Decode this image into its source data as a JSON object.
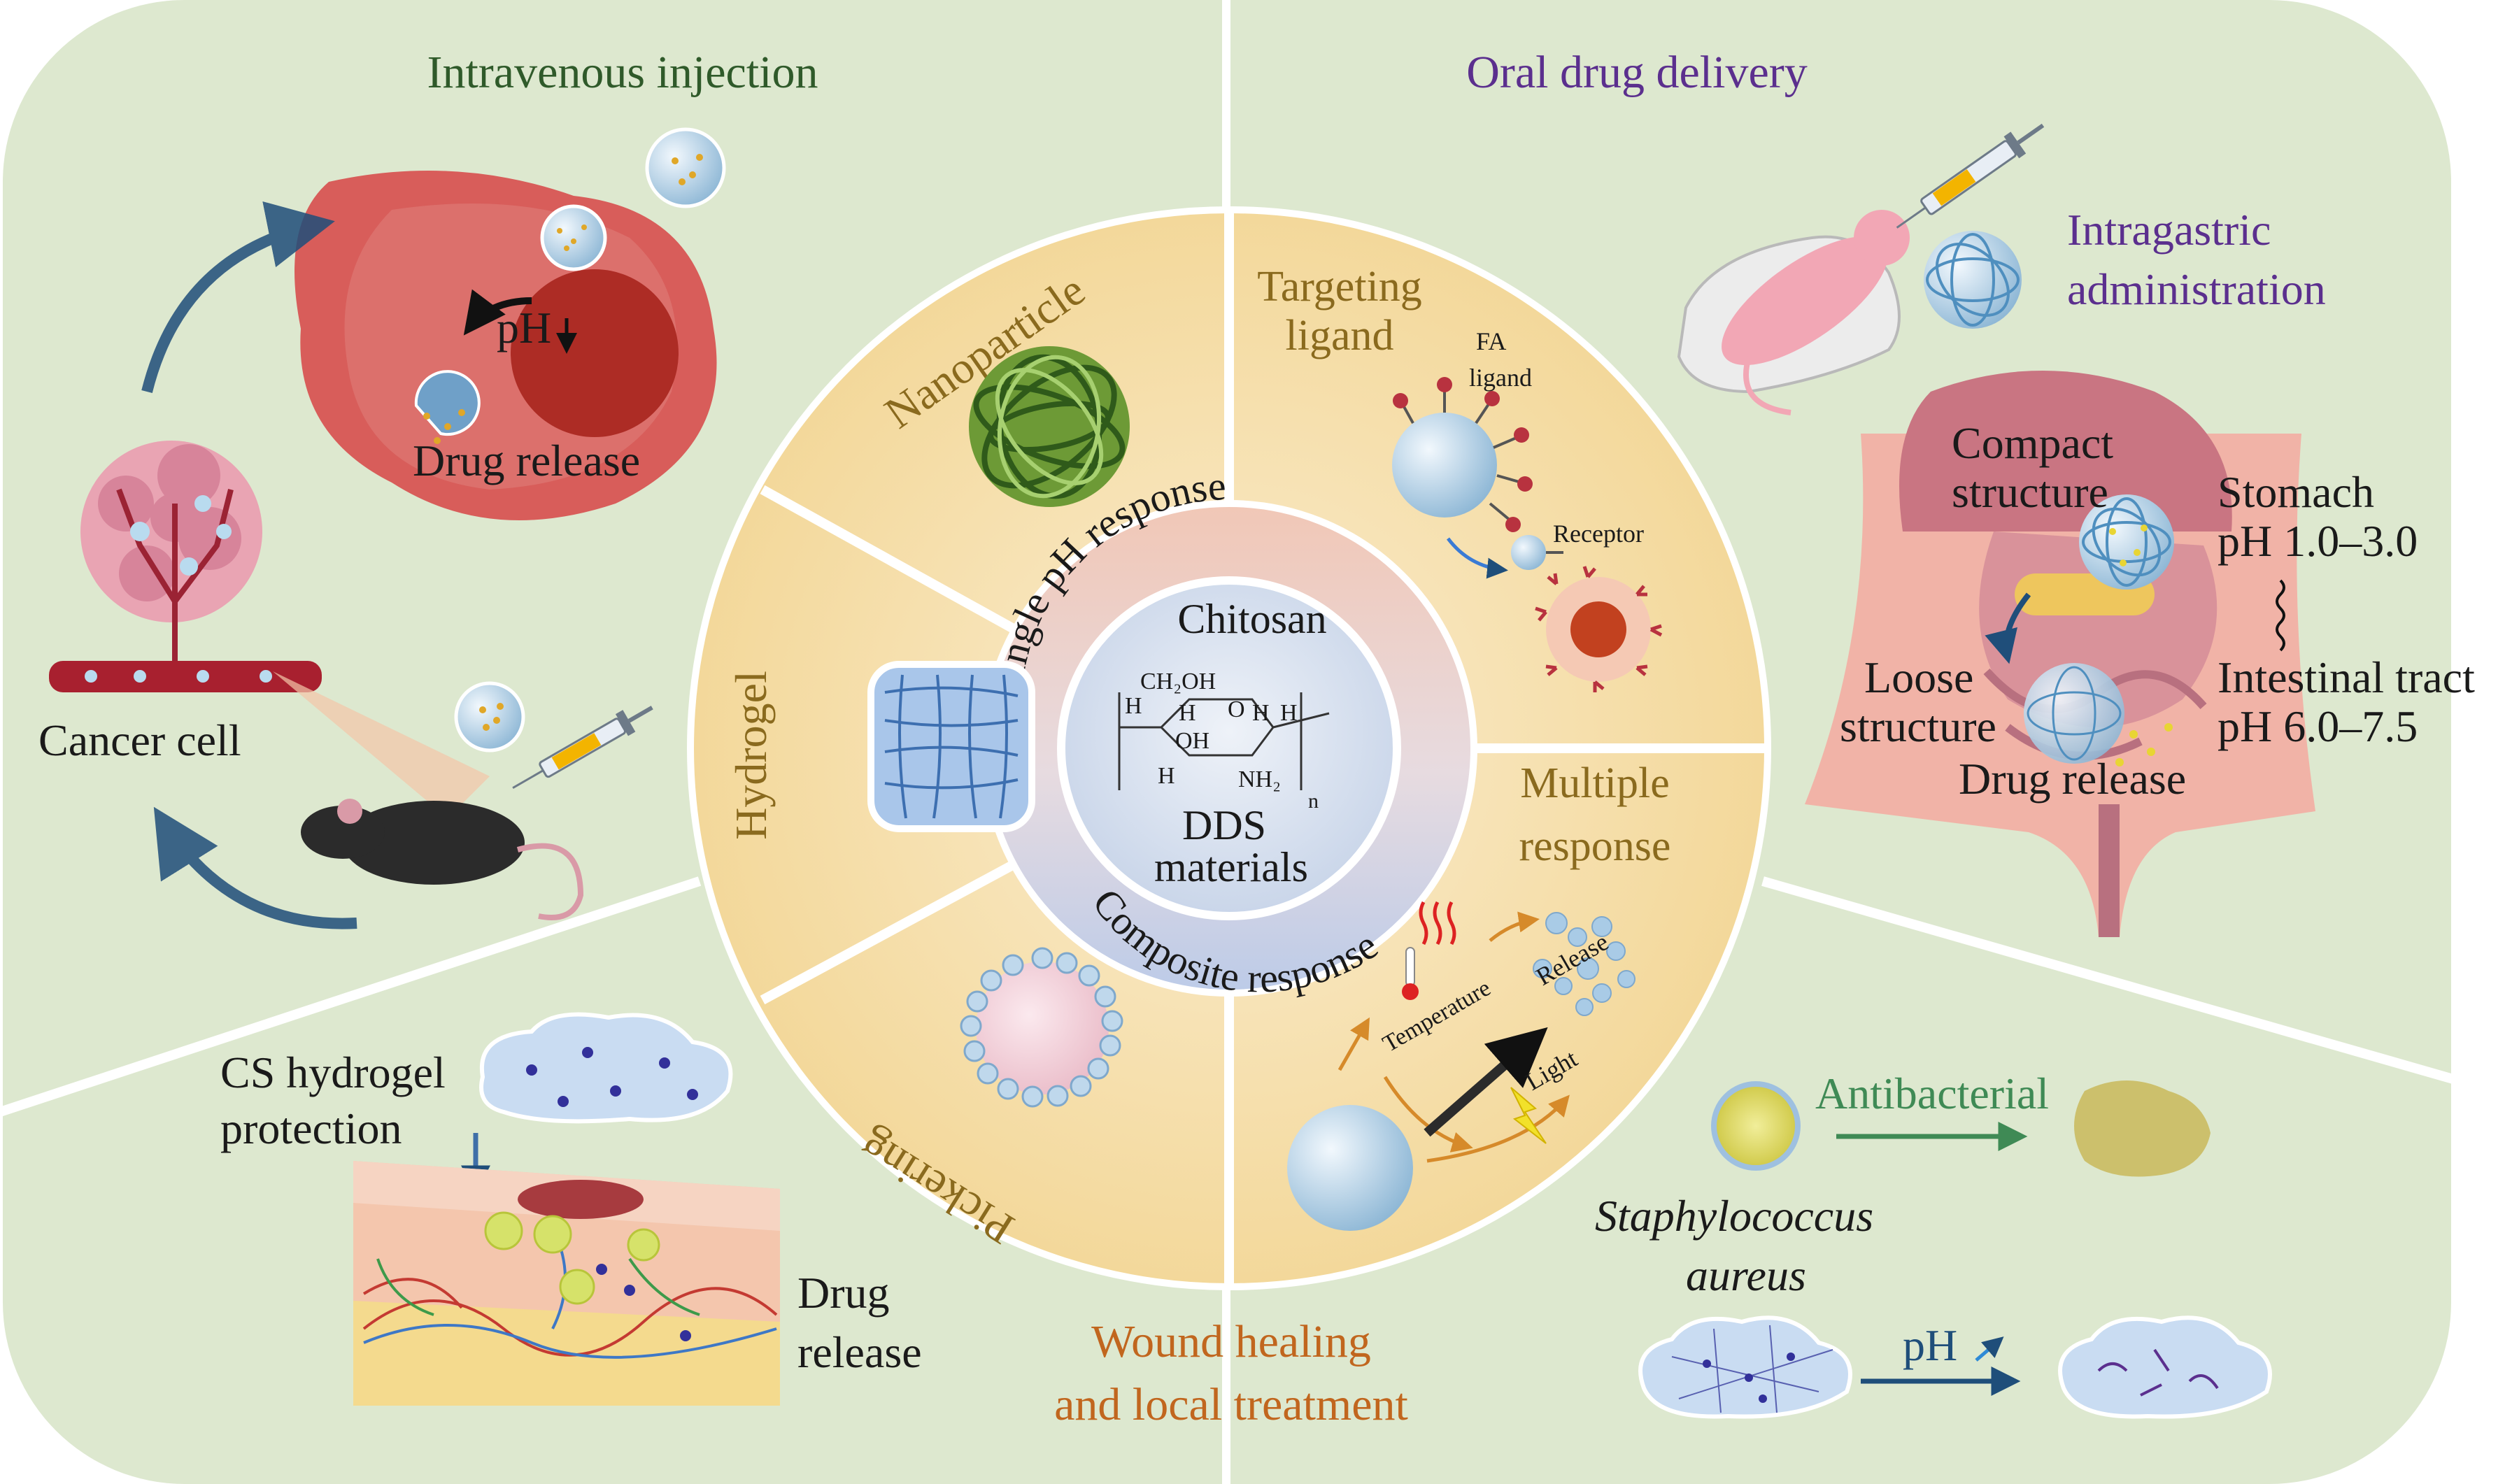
{
  "colors": {
    "background_green": "#dde8cf",
    "border_white": "#ffffff",
    "ring_outer": "#f6e2b8",
    "ring_middle_top": "#f2cfc1",
    "ring_middle_bottom": "#c9d4ea",
    "center_core": "#cfd9ea",
    "green_heading": "#2f5a2a",
    "purple_heading": "#5b2f8e",
    "brown_heading": "#8a6a1e",
    "orange_heading": "#c1661e",
    "dark_text": "#1a1a1a",
    "arrow_blue": "#1f4e7a"
  },
  "quadrants": {
    "intravenous": {
      "title": "Intravenous injection",
      "labels": {
        "ph": "pH",
        "drug_release": "Drug release",
        "cancer_cell": "Cancer cell"
      }
    },
    "oral": {
      "title": "Oral drug delivery",
      "labels": {
        "intragastric_line1": "Intragastric",
        "intragastric_line2": "administration",
        "compact_line1": "Compact",
        "compact_line2": "structure",
        "stomach_line1": "Stomach",
        "stomach_line2": "pH 1.0–3.0",
        "loose_line1": "Loose",
        "loose_line2": "structure",
        "intestinal_line1": "Intestinal tract",
        "intestinal_line2": "pH 6.0–7.5",
        "drug_release": "Drug release"
      }
    },
    "wound": {
      "title_line1": "Wound healing",
      "title_line2": "and local treatment",
      "labels": {
        "cs_line1": "CS hydrogel",
        "cs_line2": "protection",
        "drug_line1": "Drug",
        "drug_line2": "release",
        "antibacterial": "Antibacterial",
        "staph_line1": "Staphylococcus",
        "staph_line2": "aureus",
        "ph": "pH"
      }
    }
  },
  "wheel": {
    "segments": {
      "nanoparticle": "Nanoparticle",
      "targeting_line1": "Targeting",
      "targeting_line2": "ligand",
      "fa_line1": "FA",
      "fa_line2": "ligand",
      "receptor": "Receptor",
      "hydrogel": "Hydrogel",
      "multiple_line1": "Multiple",
      "multiple_line2": "response",
      "pickering": "Pickering",
      "temperature": "Temperature",
      "release": "Release",
      "light": "Light"
    },
    "ring": {
      "single_ph": "Single pH response",
      "composite": "Composite response"
    },
    "center": {
      "title": "Chitosan",
      "subtitle_line1": "DDS",
      "subtitle_line2": "materials",
      "formula": {
        "ch2oh": "CH₂OH",
        "h1": "H",
        "h2": "H",
        "o": "O",
        "h3": "H",
        "oh": "OH",
        "h4": "H",
        "h5": "H",
        "nh2": "NH₂",
        "n": "n"
      }
    }
  }
}
